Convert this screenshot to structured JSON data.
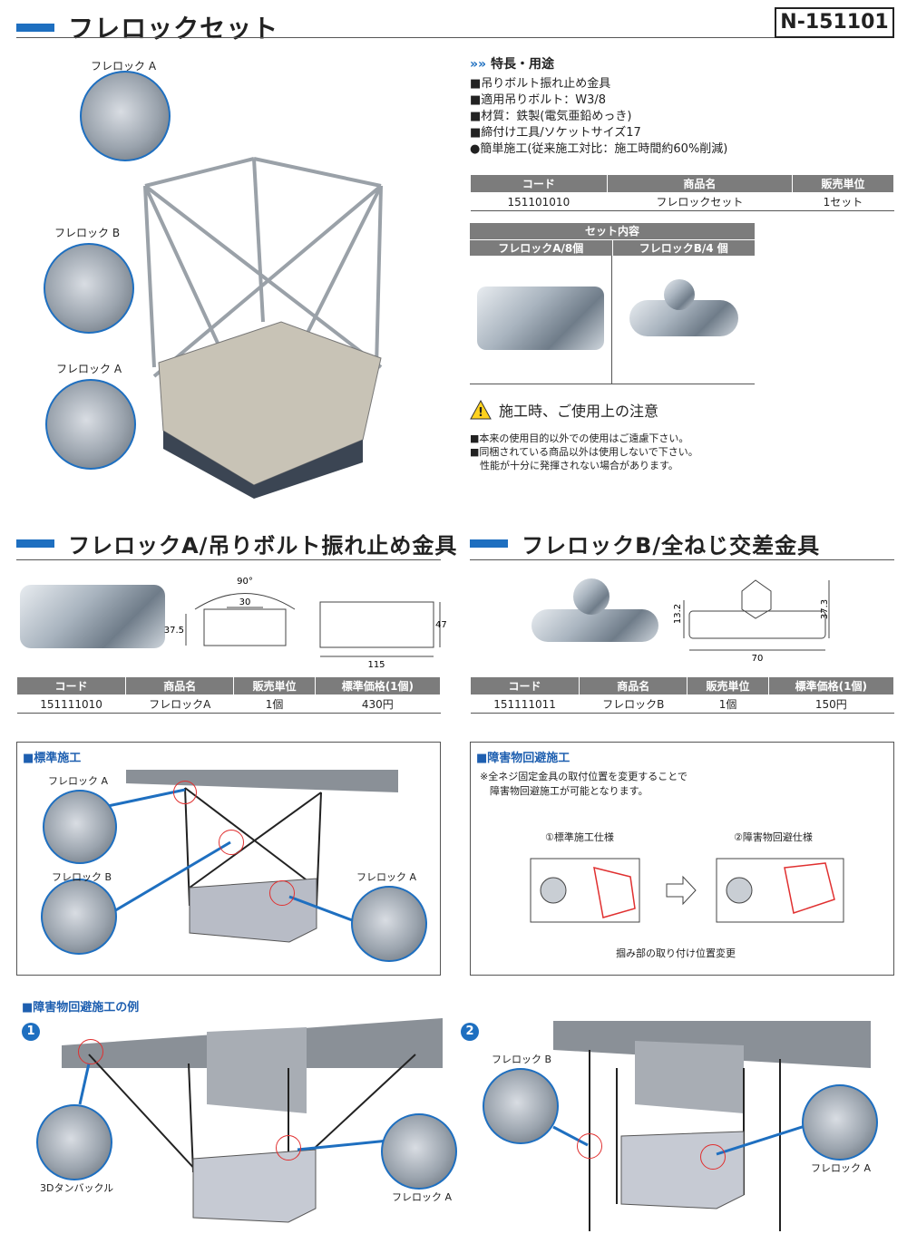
{
  "header": {
    "title": "フレロックセット",
    "product_no": "N-151101"
  },
  "top_labels": {
    "a1": "フレロック A",
    "b": "フレロック B",
    "a2": "フレロック A"
  },
  "features": {
    "heading": "特長・用途",
    "items": [
      "■吊りボルト振れ止め金具",
      "■適用吊りボルト：W3/8",
      "■材質：鉄製(電気亜鉛めっき)",
      "■締付け工具/ソケットサイズ17",
      "●簡単施工(従来施工対比：施工時間約60%削減)"
    ]
  },
  "set_table": {
    "headers": [
      "コード",
      "商品名",
      "販売単位"
    ],
    "row": [
      "151101010",
      "フレロックセット",
      "1セット"
    ]
  },
  "set_contents": {
    "title": "セット内容",
    "col_a": "フレロックA/8個",
    "col_b": "フレロックB/4 個"
  },
  "caution": {
    "title": "施工時、ご使用上の注意",
    "lines": [
      "■本来の使用目的以外での使用はご遠慮下さい。",
      "■同梱されている商品以外は使用しないで下さい。",
      "　性能が十分に発揮されない場合があります。"
    ]
  },
  "section_a": {
    "title": "フレロックA/吊りボルト振れ止め金具",
    "dims": {
      "angle": "90°",
      "w30": "30",
      "h37": "37.5",
      "h47": "47",
      "w115": "115"
    },
    "table": {
      "headers": [
        "コード",
        "商品名",
        "販売単位",
        "標準価格(1個)"
      ],
      "row": [
        "151111010",
        "フレロックA",
        "1個",
        "430円"
      ]
    }
  },
  "section_b": {
    "title": "フレロックB/全ねじ交差金具",
    "dims": {
      "h13": "13.2",
      "h37": "37.3",
      "w70": "70"
    },
    "table": {
      "headers": [
        "コード",
        "商品名",
        "販売単位",
        "標準価格(1個)"
      ],
      "row": [
        "151111011",
        "フレロックB",
        "1個",
        "150円"
      ]
    }
  },
  "std_panel": {
    "title": "■標準施工",
    "label_a1": "フレロック A",
    "label_b": "フレロック B",
    "label_a2": "フレロック A"
  },
  "avoid_panel": {
    "title": "■障害物回避施工",
    "note1": "※全ネジ固定金具の取付位置を変更することで",
    "note2": "　障害物回避施工が可能となります。",
    "spec1": "①標準施工仕様",
    "spec2": "②障害物回避仕様",
    "caption": "掴み部の取り付け位置変更"
  },
  "example": {
    "title": "■障害物回避施工の例",
    "n1": "1",
    "n2": "2",
    "label_3d": "3Dタンバックル",
    "label_a_left": "フレロック A",
    "label_b_right": "フレロック B",
    "label_a_right": "フレロック A"
  }
}
